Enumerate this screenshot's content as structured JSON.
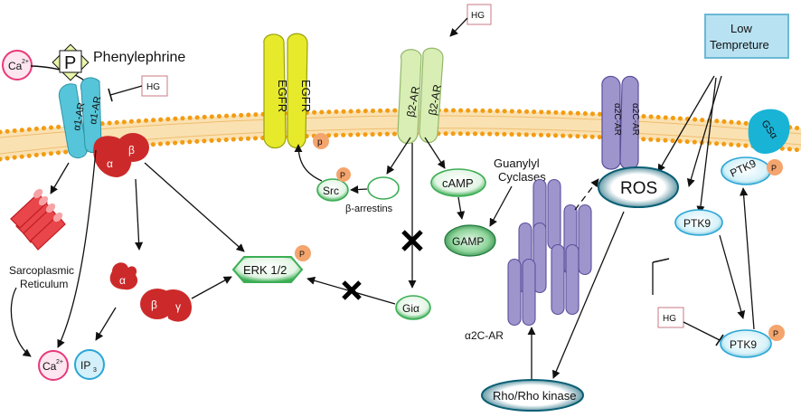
{
  "labels": {
    "phenylephrine": "Phenylephrine",
    "p_box": "P",
    "ca_top": "Ca",
    "ca_bottom": "Ca",
    "ca_sup": "2+",
    "hg": "HG",
    "a1_ar": "α1-AR",
    "alpha": "α",
    "beta": "β",
    "gamma": "γ",
    "sarcoplasmic": "Sarcoplasmic",
    "reticulum": "Reticulum",
    "ip3": "IP",
    "ip3_sub": "3",
    "erk": "ERK 1/2",
    "egfr": "EGFR",
    "p": "P",
    "p_lower": "p",
    "src": "Src",
    "beta_arrestins": "β-arrestins",
    "b2_ar": "β2-AR",
    "camp": "cAMP",
    "gamp": "GAMP",
    "guanylyl_1": "Guanylyl",
    "guanylyl_2": "Cyclases",
    "gia": "Giα",
    "a2c_ar": "α2C-AR",
    "rho": "Rho/Rho kinase",
    "ros": "ROS",
    "low_temp_1": "Low",
    "low_temp_2": "Tempreture",
    "gsa": "GSα",
    "ptk9": "PTK9"
  },
  "colors": {
    "membrane_head": "#f39c12",
    "membrane_tail": "#f6c873",
    "a1_receptor": "#56c5d9",
    "g_protein": "#cc2a2a",
    "egfr": "#e6ea2a",
    "b2_receptor": "#d8eeb4",
    "a2c_receptor": "#9e95cd",
    "ptk9_fill": "#d7f2fa",
    "low_temp_box": "#b8e2f2",
    "ros_dark": "#0b5f74",
    "green_outline": "#3cae54",
    "pink": "#e8397b",
    "phospho": "#f4a46d"
  }
}
